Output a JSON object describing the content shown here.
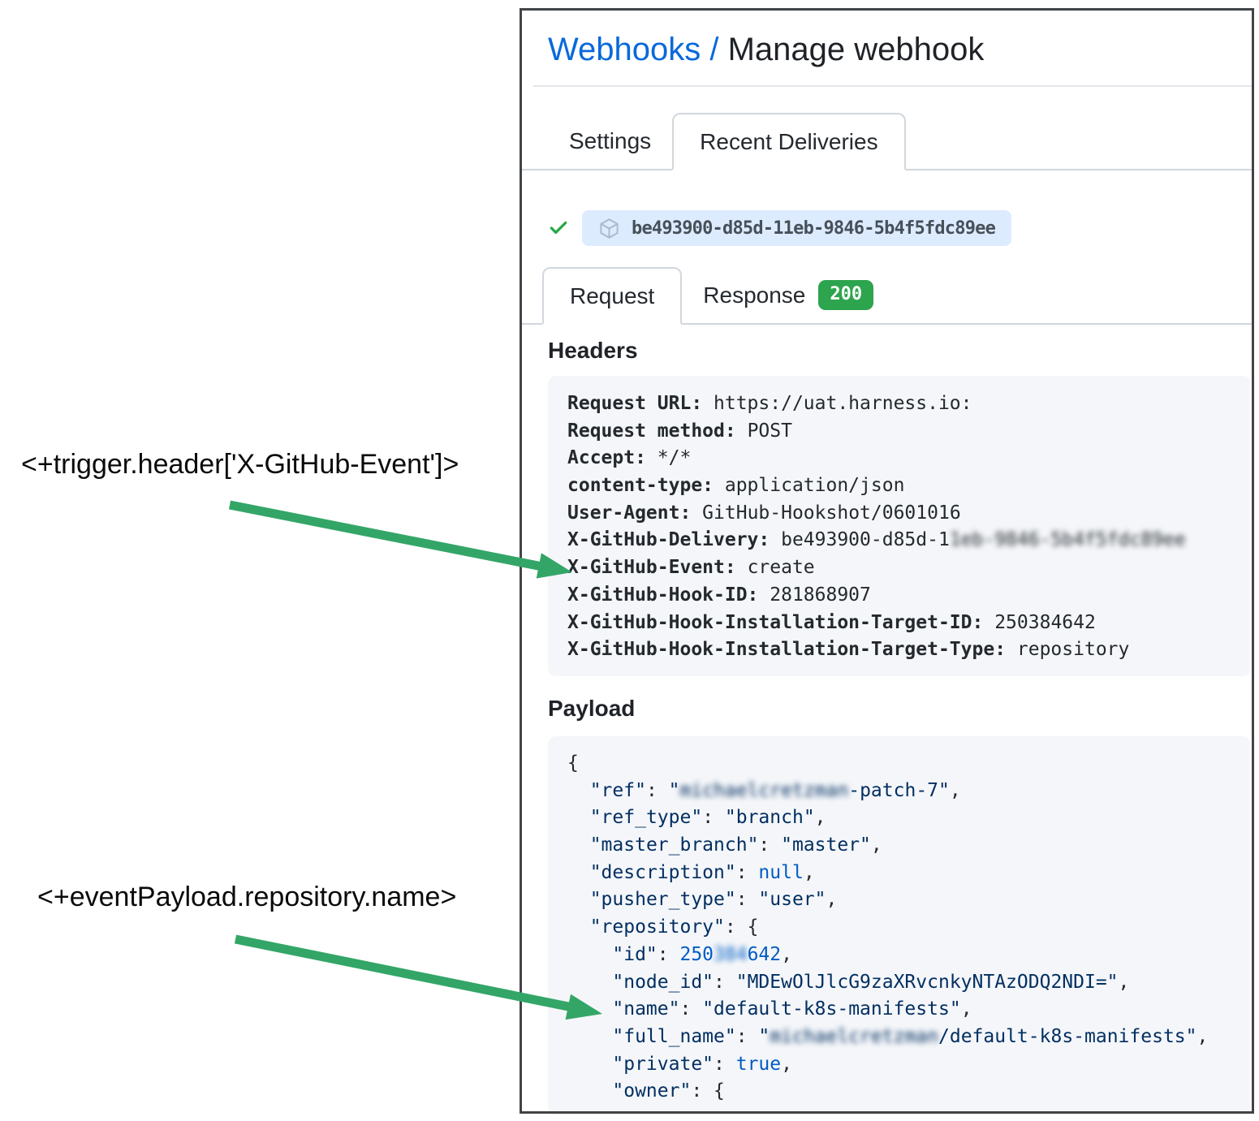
{
  "annotations": [
    {
      "text": "<+trigger.header['X-GitHub-Event']>"
    },
    {
      "text": "<+eventPayload.repository.name>"
    }
  ],
  "panel": {
    "breadcrumb": {
      "link": "Webhooks",
      "separator": " / ",
      "current": "Manage webhook"
    },
    "tabs": [
      {
        "label": "Settings",
        "active": false
      },
      {
        "label": "Recent Deliveries",
        "active": true
      }
    ],
    "delivery": {
      "id": "be493900-d85d-11eb-9846-5b4f5fdc89ee",
      "status_icon": "green-check",
      "pill_icon": "package-cube"
    },
    "request_tabs": {
      "request": "Request",
      "response": "Response",
      "status_badge": "200"
    },
    "headers_section": {
      "title": "Headers",
      "lines": [
        {
          "label": "Request URL:",
          "segments": [
            {
              "t": " https://uat.harness.io:"
            }
          ]
        },
        {
          "label": "Request method:",
          "segments": [
            {
              "t": " POST"
            }
          ]
        },
        {
          "label": "Accept:",
          "segments": [
            {
              "t": " */*"
            }
          ]
        },
        {
          "label": "content-type:",
          "segments": [
            {
              "t": " application/json"
            }
          ]
        },
        {
          "label": "User-Agent:",
          "segments": [
            {
              "t": " GitHub-Hookshot/0601016"
            }
          ]
        },
        {
          "label": "X-GitHub-Delivery:",
          "segments": [
            {
              "t": " be493900-d85d-1"
            },
            {
              "t": "1eb-9846-5b4f5fdc89ee",
              "b": true
            }
          ]
        },
        {
          "label": "X-GitHub-Event:",
          "segments": [
            {
              "t": " create"
            }
          ]
        },
        {
          "label": "X-GitHub-Hook-ID:",
          "segments": [
            {
              "t": " 281868907"
            }
          ]
        },
        {
          "label": "X-GitHub-Hook-Installation-Target-ID:",
          "segments": [
            {
              "t": " 250384642"
            }
          ]
        },
        {
          "label": "X-GitHub-Hook-Installation-Target-Type:",
          "segments": [
            {
              "t": " repository"
            }
          ]
        }
      ]
    },
    "payload_section": {
      "title": "Payload",
      "lines": [
        [
          {
            "t": "{",
            "c": "punct"
          }
        ],
        [
          {
            "t": "  ",
            "c": "punct"
          },
          {
            "t": "\"ref\"",
            "c": "key"
          },
          {
            "t": ": ",
            "c": "punct"
          },
          {
            "t": "\"",
            "c": "str"
          },
          {
            "t": "michaelcretzman",
            "c": "str",
            "b": true
          },
          {
            "t": "-patch-7\"",
            "c": "str"
          },
          {
            "t": ",",
            "c": "punct"
          }
        ],
        [
          {
            "t": "  ",
            "c": "punct"
          },
          {
            "t": "\"ref_type\"",
            "c": "key"
          },
          {
            "t": ": ",
            "c": "punct"
          },
          {
            "t": "\"branch\"",
            "c": "str"
          },
          {
            "t": ",",
            "c": "punct"
          }
        ],
        [
          {
            "t": "  ",
            "c": "punct"
          },
          {
            "t": "\"master_branch\"",
            "c": "key"
          },
          {
            "t": ": ",
            "c": "punct"
          },
          {
            "t": "\"master\"",
            "c": "str"
          },
          {
            "t": ",",
            "c": "punct"
          }
        ],
        [
          {
            "t": "  ",
            "c": "punct"
          },
          {
            "t": "\"description\"",
            "c": "key"
          },
          {
            "t": ": ",
            "c": "punct"
          },
          {
            "t": "null",
            "c": "lit"
          },
          {
            "t": ",",
            "c": "punct"
          }
        ],
        [
          {
            "t": "  ",
            "c": "punct"
          },
          {
            "t": "\"pusher_type\"",
            "c": "key"
          },
          {
            "t": ": ",
            "c": "punct"
          },
          {
            "t": "\"user\"",
            "c": "str"
          },
          {
            "t": ",",
            "c": "punct"
          }
        ],
        [
          {
            "t": "  ",
            "c": "punct"
          },
          {
            "t": "\"repository\"",
            "c": "key"
          },
          {
            "t": ": {",
            "c": "punct"
          }
        ],
        [
          {
            "t": "    ",
            "c": "punct"
          },
          {
            "t": "\"id\"",
            "c": "key"
          },
          {
            "t": ": ",
            "c": "punct"
          },
          {
            "t": "250",
            "c": "num"
          },
          {
            "t": "384",
            "c": "num",
            "b": true
          },
          {
            "t": "642",
            "c": "num"
          },
          {
            "t": ",",
            "c": "punct"
          }
        ],
        [
          {
            "t": "    ",
            "c": "punct"
          },
          {
            "t": "\"node_id\"",
            "c": "key"
          },
          {
            "t": ": ",
            "c": "punct"
          },
          {
            "t": "\"MDEwOlJlcG9zaXRvcnkyNTAzODQ2NDI=\"",
            "c": "str"
          },
          {
            "t": ",",
            "c": "punct"
          }
        ],
        [
          {
            "t": "    ",
            "c": "punct"
          },
          {
            "t": "\"name\"",
            "c": "key"
          },
          {
            "t": ": ",
            "c": "punct"
          },
          {
            "t": "\"default-k8s-manifests\"",
            "c": "str"
          },
          {
            "t": ",",
            "c": "punct"
          }
        ],
        [
          {
            "t": "    ",
            "c": "punct"
          },
          {
            "t": "\"full_name\"",
            "c": "key"
          },
          {
            "t": ": ",
            "c": "punct"
          },
          {
            "t": "\"",
            "c": "str"
          },
          {
            "t": "michaelcretzman",
            "c": "str",
            "b": true
          },
          {
            "t": "/default-k8s-manifests\"",
            "c": "str"
          },
          {
            "t": ",",
            "c": "punct"
          }
        ],
        [
          {
            "t": "    ",
            "c": "punct"
          },
          {
            "t": "\"private\"",
            "c": "key"
          },
          {
            "t": ": ",
            "c": "punct"
          },
          {
            "t": "true",
            "c": "lit"
          },
          {
            "t": ",",
            "c": "punct"
          }
        ],
        [
          {
            "t": "    ",
            "c": "punct"
          },
          {
            "t": "\"owner\"",
            "c": "key"
          },
          {
            "t": ": {",
            "c": "punct"
          }
        ]
      ]
    }
  },
  "colors": {
    "link_blue": "#0969da",
    "arrow_green": "#33a667",
    "check_green": "#28a745",
    "badge_green": "#2da44e",
    "pill_background": "#ddebff",
    "code_box_background": "#f4f6f9",
    "json_key_navy": "#032f62",
    "json_literal_blue": "#005cc5",
    "text_dark": "#24292e"
  }
}
